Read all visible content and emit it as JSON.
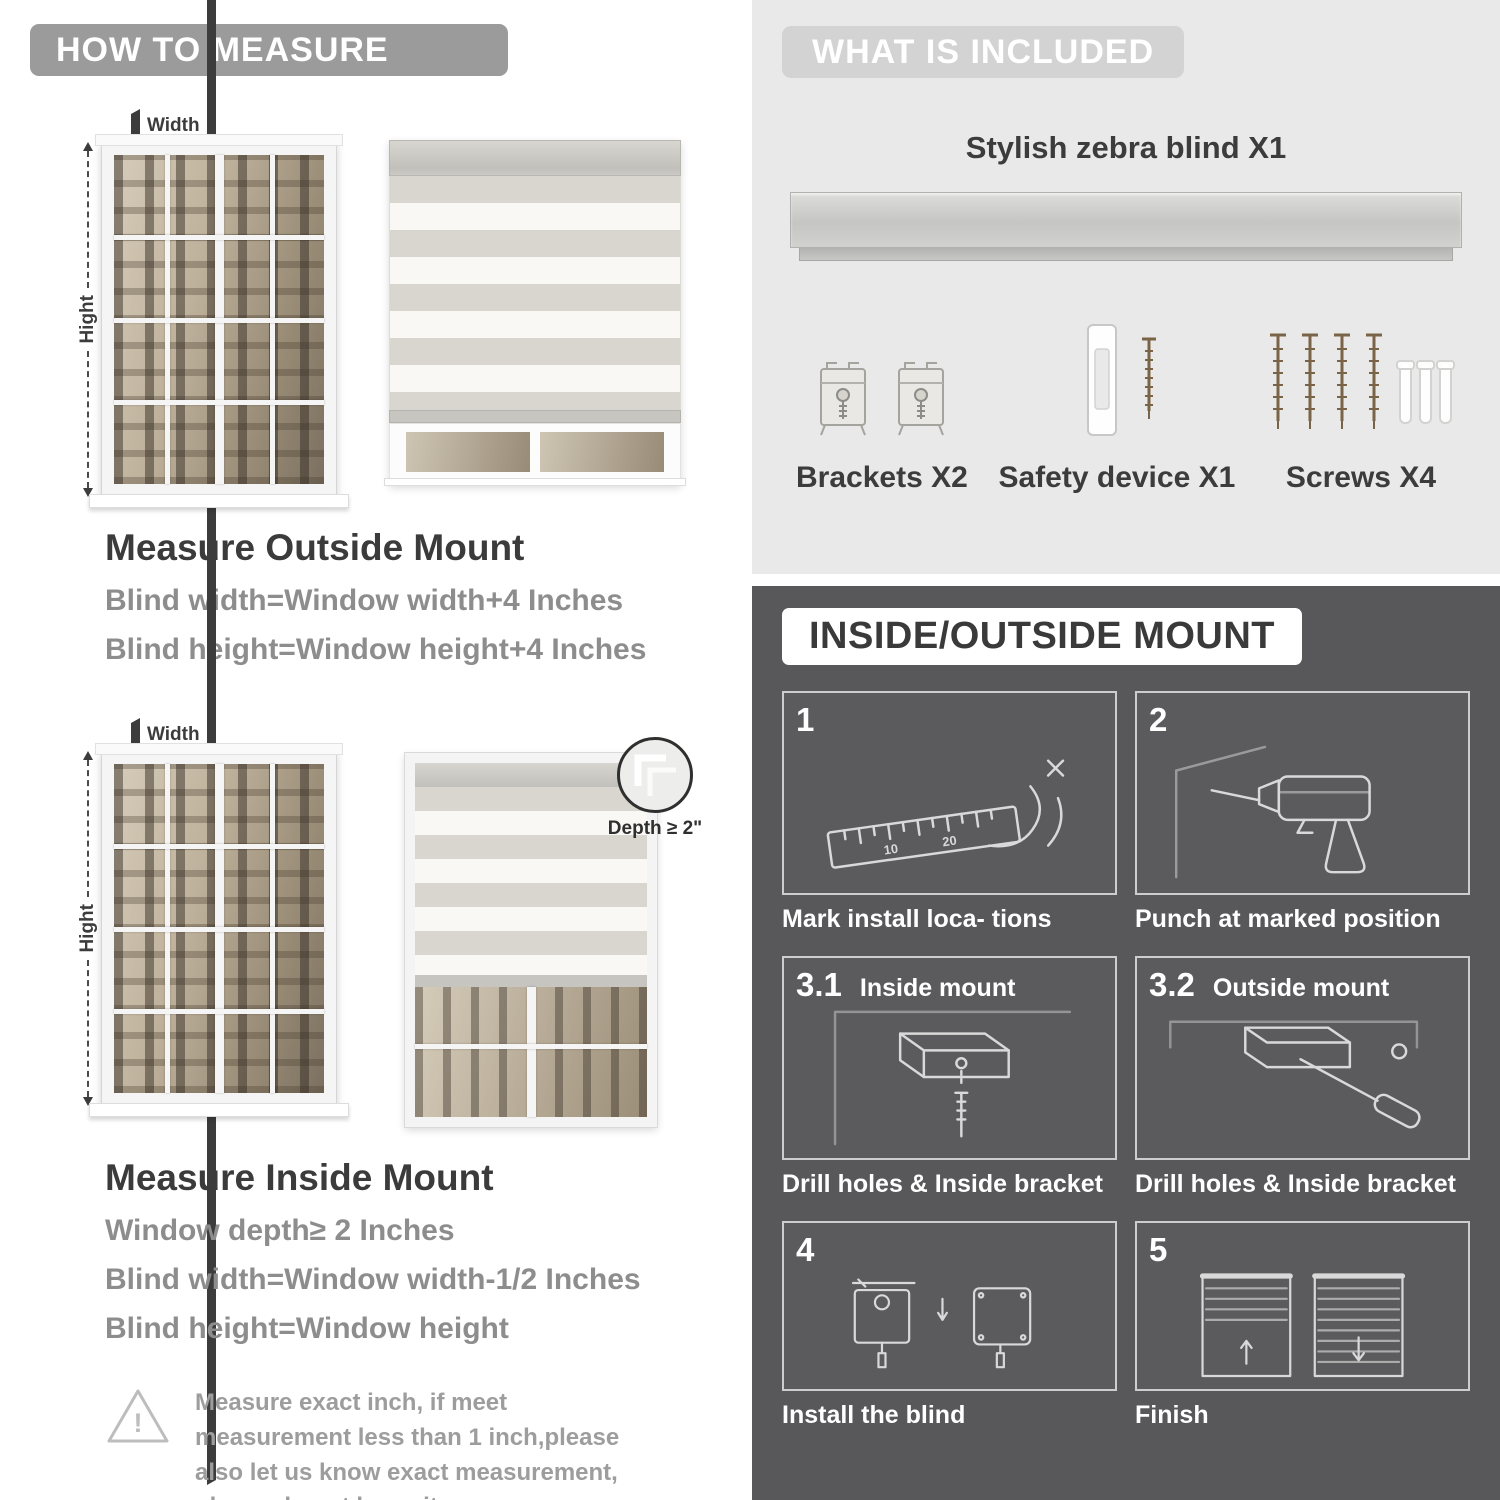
{
  "colors": {
    "header_pill": "#9b9b9b",
    "included_pill": "#d3d3d3",
    "dark_section": "#58585a",
    "heading_text": "#3b3b3b",
    "body_text": "#8d8d8d"
  },
  "how_to_measure": {
    "header": "HOW TO MEASURE",
    "outside": {
      "width_label": "Width",
      "height_label": "Hight",
      "title": "Measure Outside Mount",
      "lines": [
        "Blind width=Window width+4 Inches",
        "Blind height=Window height+4 Inches"
      ]
    },
    "inside": {
      "width_label": "Width",
      "height_label": "Hight",
      "depth_callout": "Depth ≥ 2\"",
      "title": "Measure Inside Mount",
      "lines": [
        "Window depth≥ 2 Inches",
        "Blind width=Window width-1/2 Inches",
        "Blind height=Window height"
      ]
    },
    "warning": {
      "symbol": "!",
      "text": "Measure exact inch, if meet measurement less than 1 inch,please also let us know exact measurement, please do not leave it"
    }
  },
  "included": {
    "header": "WHAT IS INCLUDED",
    "blind_label": "Stylish zebra blind X1",
    "parts": [
      {
        "name": "brackets",
        "label": "Brackets X2"
      },
      {
        "name": "safety-device",
        "label": "Safety device X1"
      },
      {
        "name": "screws",
        "label": "Screws X4"
      }
    ]
  },
  "mount_guide": {
    "title": "INSIDE/OUTSIDE MOUNT",
    "steps": [
      {
        "num": "1",
        "sublabel": "",
        "caption": "Mark install loca- tions"
      },
      {
        "num": "2",
        "sublabel": "",
        "caption": "Punch at  marked position"
      },
      {
        "num": "3.1",
        "sublabel": "Inside mount",
        "caption": "Drill holes &  Inside bracket"
      },
      {
        "num": "3.2",
        "sublabel": "Outside mount",
        "caption": "Drill holes &  Inside bracket"
      },
      {
        "num": "4",
        "sublabel": "",
        "caption": "Install the blind"
      },
      {
        "num": "5",
        "sublabel": "",
        "caption": "Finish"
      }
    ]
  },
  "illustrations": {
    "ruler_marks": [
      "10",
      "20"
    ]
  }
}
